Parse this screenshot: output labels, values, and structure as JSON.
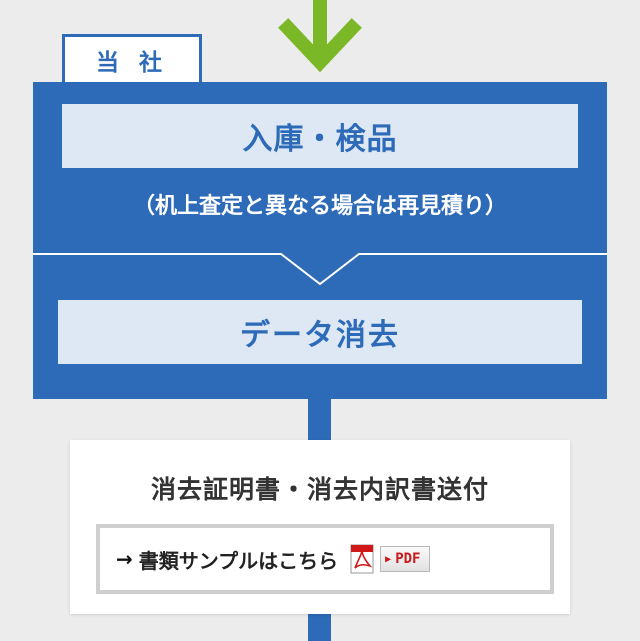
{
  "colors": {
    "primary_blue": "#2d6bb8",
    "light_blue": "#dde8f4",
    "arrow_green": "#7ab828",
    "background": "#ececec"
  },
  "company": {
    "label": "当 社"
  },
  "steps": {
    "receive": "入庫・検品",
    "receive_note": "（机上査定と異なる場合は再見積り）",
    "erase": "データ消去"
  },
  "documents": {
    "title": "消去証明書・消去内訳書送付",
    "link_arrow": "→",
    "link_label": "書類サンプルはこちら",
    "pdf_icon": "pdf-icon",
    "pdf_badge": "PDF"
  }
}
